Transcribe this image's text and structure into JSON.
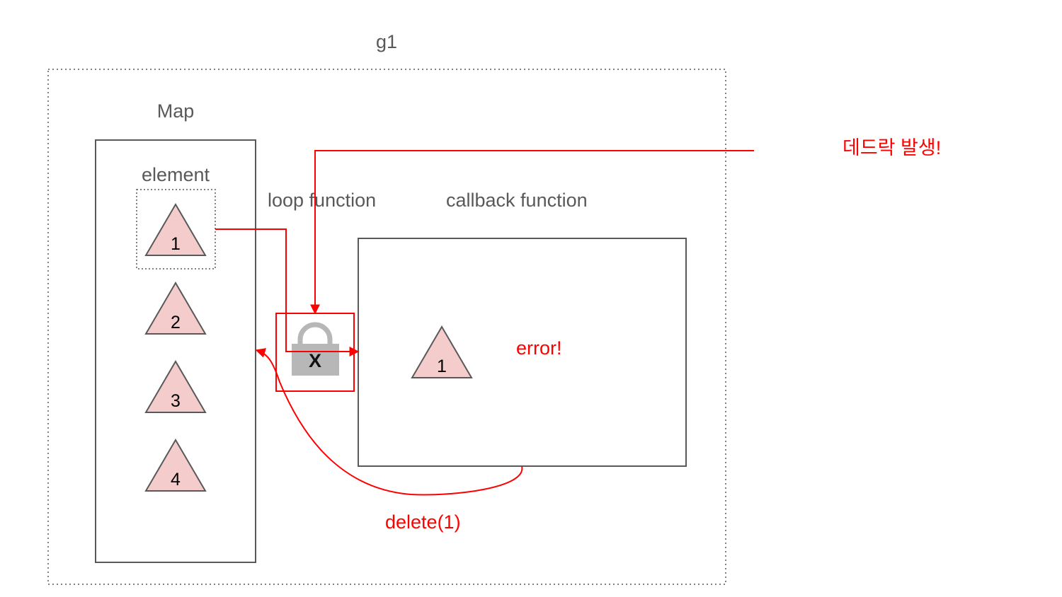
{
  "labels": {
    "group": "g1",
    "map": "Map",
    "element": "element",
    "loop_function": "loop function",
    "callback_function": "callback function",
    "deadlock": "데드락 발생!",
    "error": "error!",
    "delete_call": "delete(1)",
    "lock_mark": "X"
  },
  "map_elements": [
    "1",
    "2",
    "3",
    "4"
  ],
  "callback_element": "1",
  "colors": {
    "text_gray": "#595959",
    "alert_red": "#ff0000",
    "triangle_fill": "#f4cccc",
    "box_stroke": "#595959",
    "lock_gray": "#b7b7b7"
  }
}
